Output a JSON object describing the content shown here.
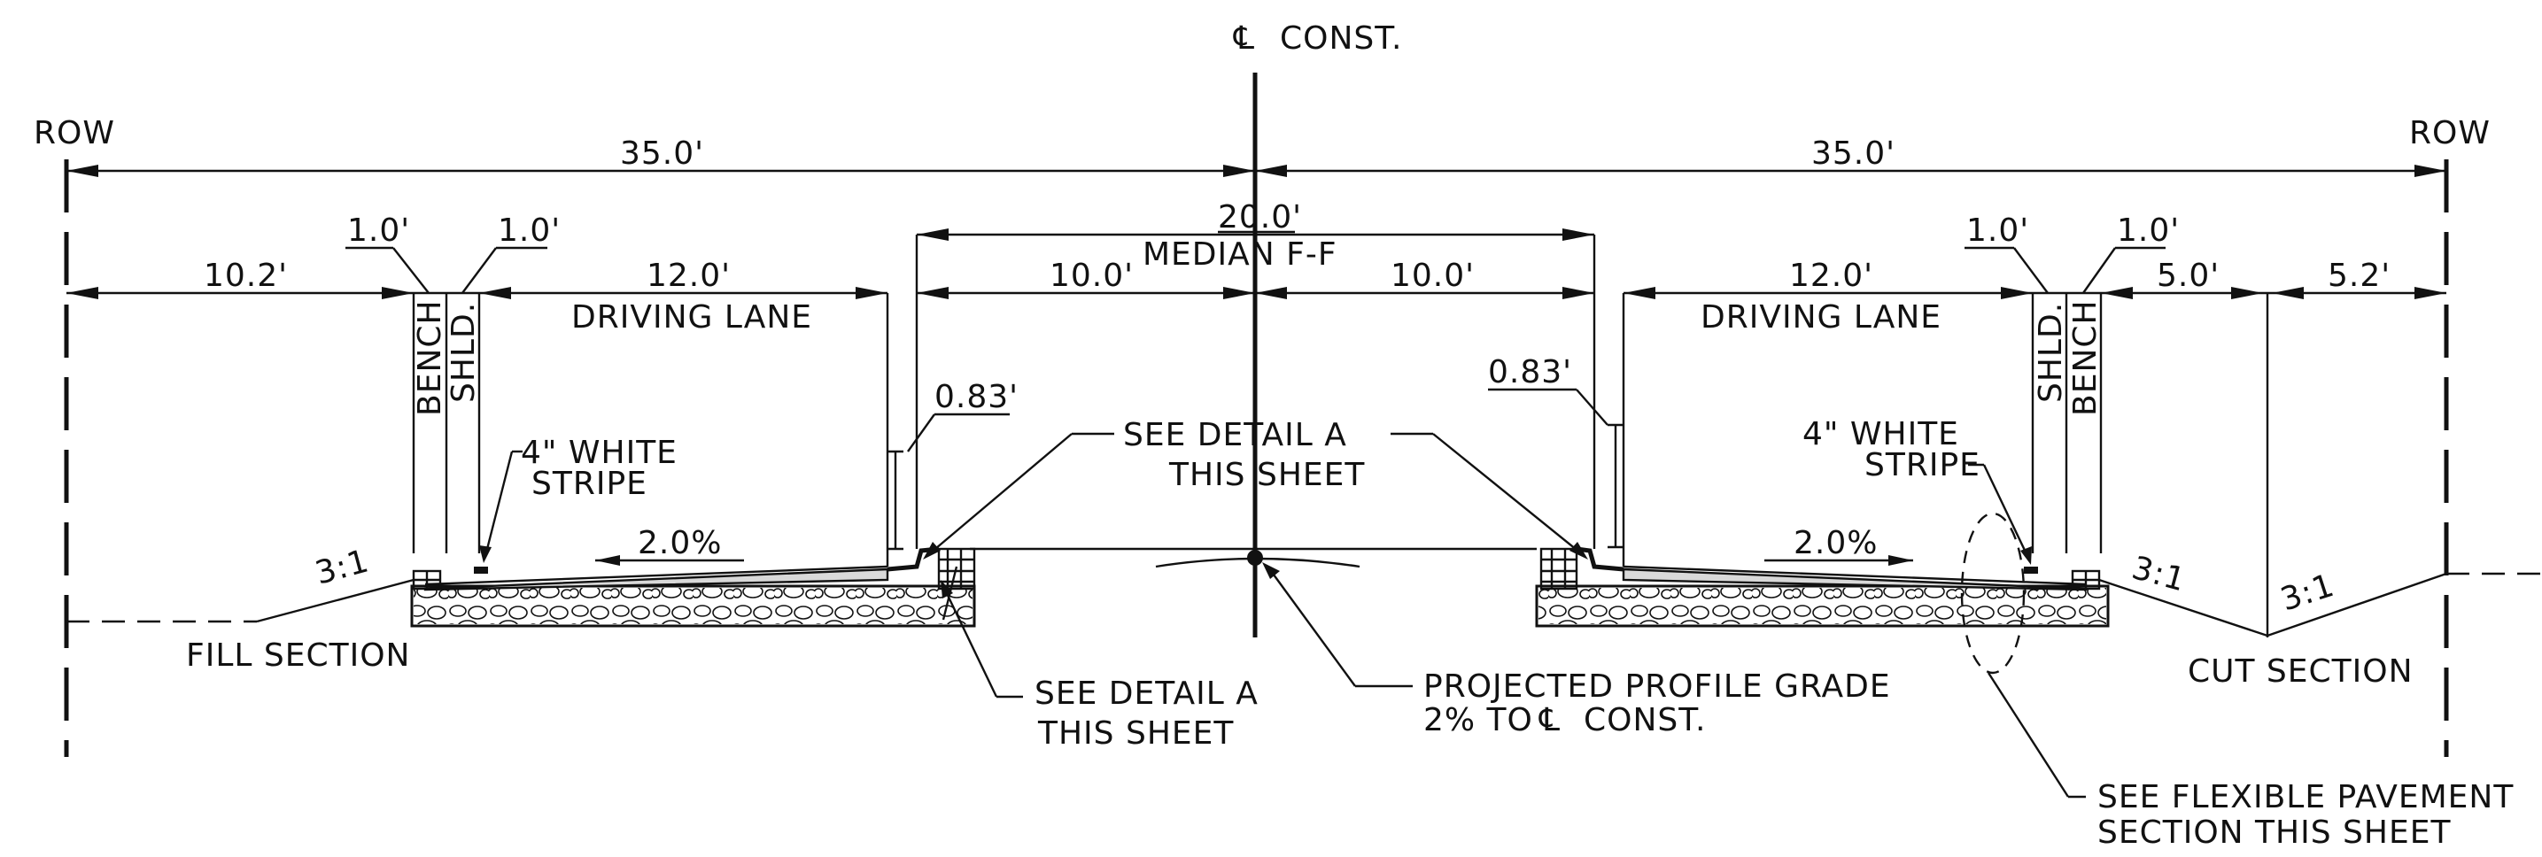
{
  "centerline_label": "CONST.",
  "centerline_symbol": "℄",
  "row_left": "ROW",
  "row_right": "ROW",
  "dims": {
    "left_total": "35.0'",
    "right_total": "35.0'",
    "median_total": "20.0'",
    "median_label": "MEDIAN F-F",
    "median_left": "10.0'",
    "median_right": "10.0'",
    "left_outer": "10.2'",
    "left_bench": "1.0'",
    "left_shld": "1.0'",
    "left_lane": "12.0'",
    "right_lane": "12.0'",
    "right_shld": "1.0'",
    "right_bench": "1.0'",
    "right_mid": "5.0'",
    "right_outer": "5.2'",
    "curb_left": "0.83'",
    "curb_right": "0.83'"
  },
  "labels": {
    "driving_lane_left": "DRIVING LANE",
    "driving_lane_right": "DRIVING LANE",
    "bench_left": "BENCH",
    "shld_left": "SHLD.",
    "shld_right": "SHLD.",
    "bench_right": "BENCH",
    "stripe_left_1": "4\" WHITE",
    "stripe_left_2": "STRIPE",
    "stripe_right_1": "4\" WHITE",
    "stripe_right_2": "STRIPE",
    "slope_left": "2.0%",
    "slope_right": "2.0%",
    "fill_ratio": "3:1",
    "cut_ratio_1": "3:1",
    "cut_ratio_2": "3:1",
    "fill_section": "FILL SECTION",
    "cut_section": "CUT SECTION",
    "detail_top_1": "SEE DETAIL A",
    "detail_top_2": "THIS SHEET",
    "detail_bottom_1": "SEE DETAIL A",
    "detail_bottom_2": "THIS SHEET",
    "profile_1": "PROJECTED PROFILE GRADE",
    "profile_2": "2% TO",
    "profile_3": "CONST.",
    "flex_1": "SEE FLEXIBLE PAVEMENT",
    "flex_2": "SECTION THIS SHEET"
  }
}
